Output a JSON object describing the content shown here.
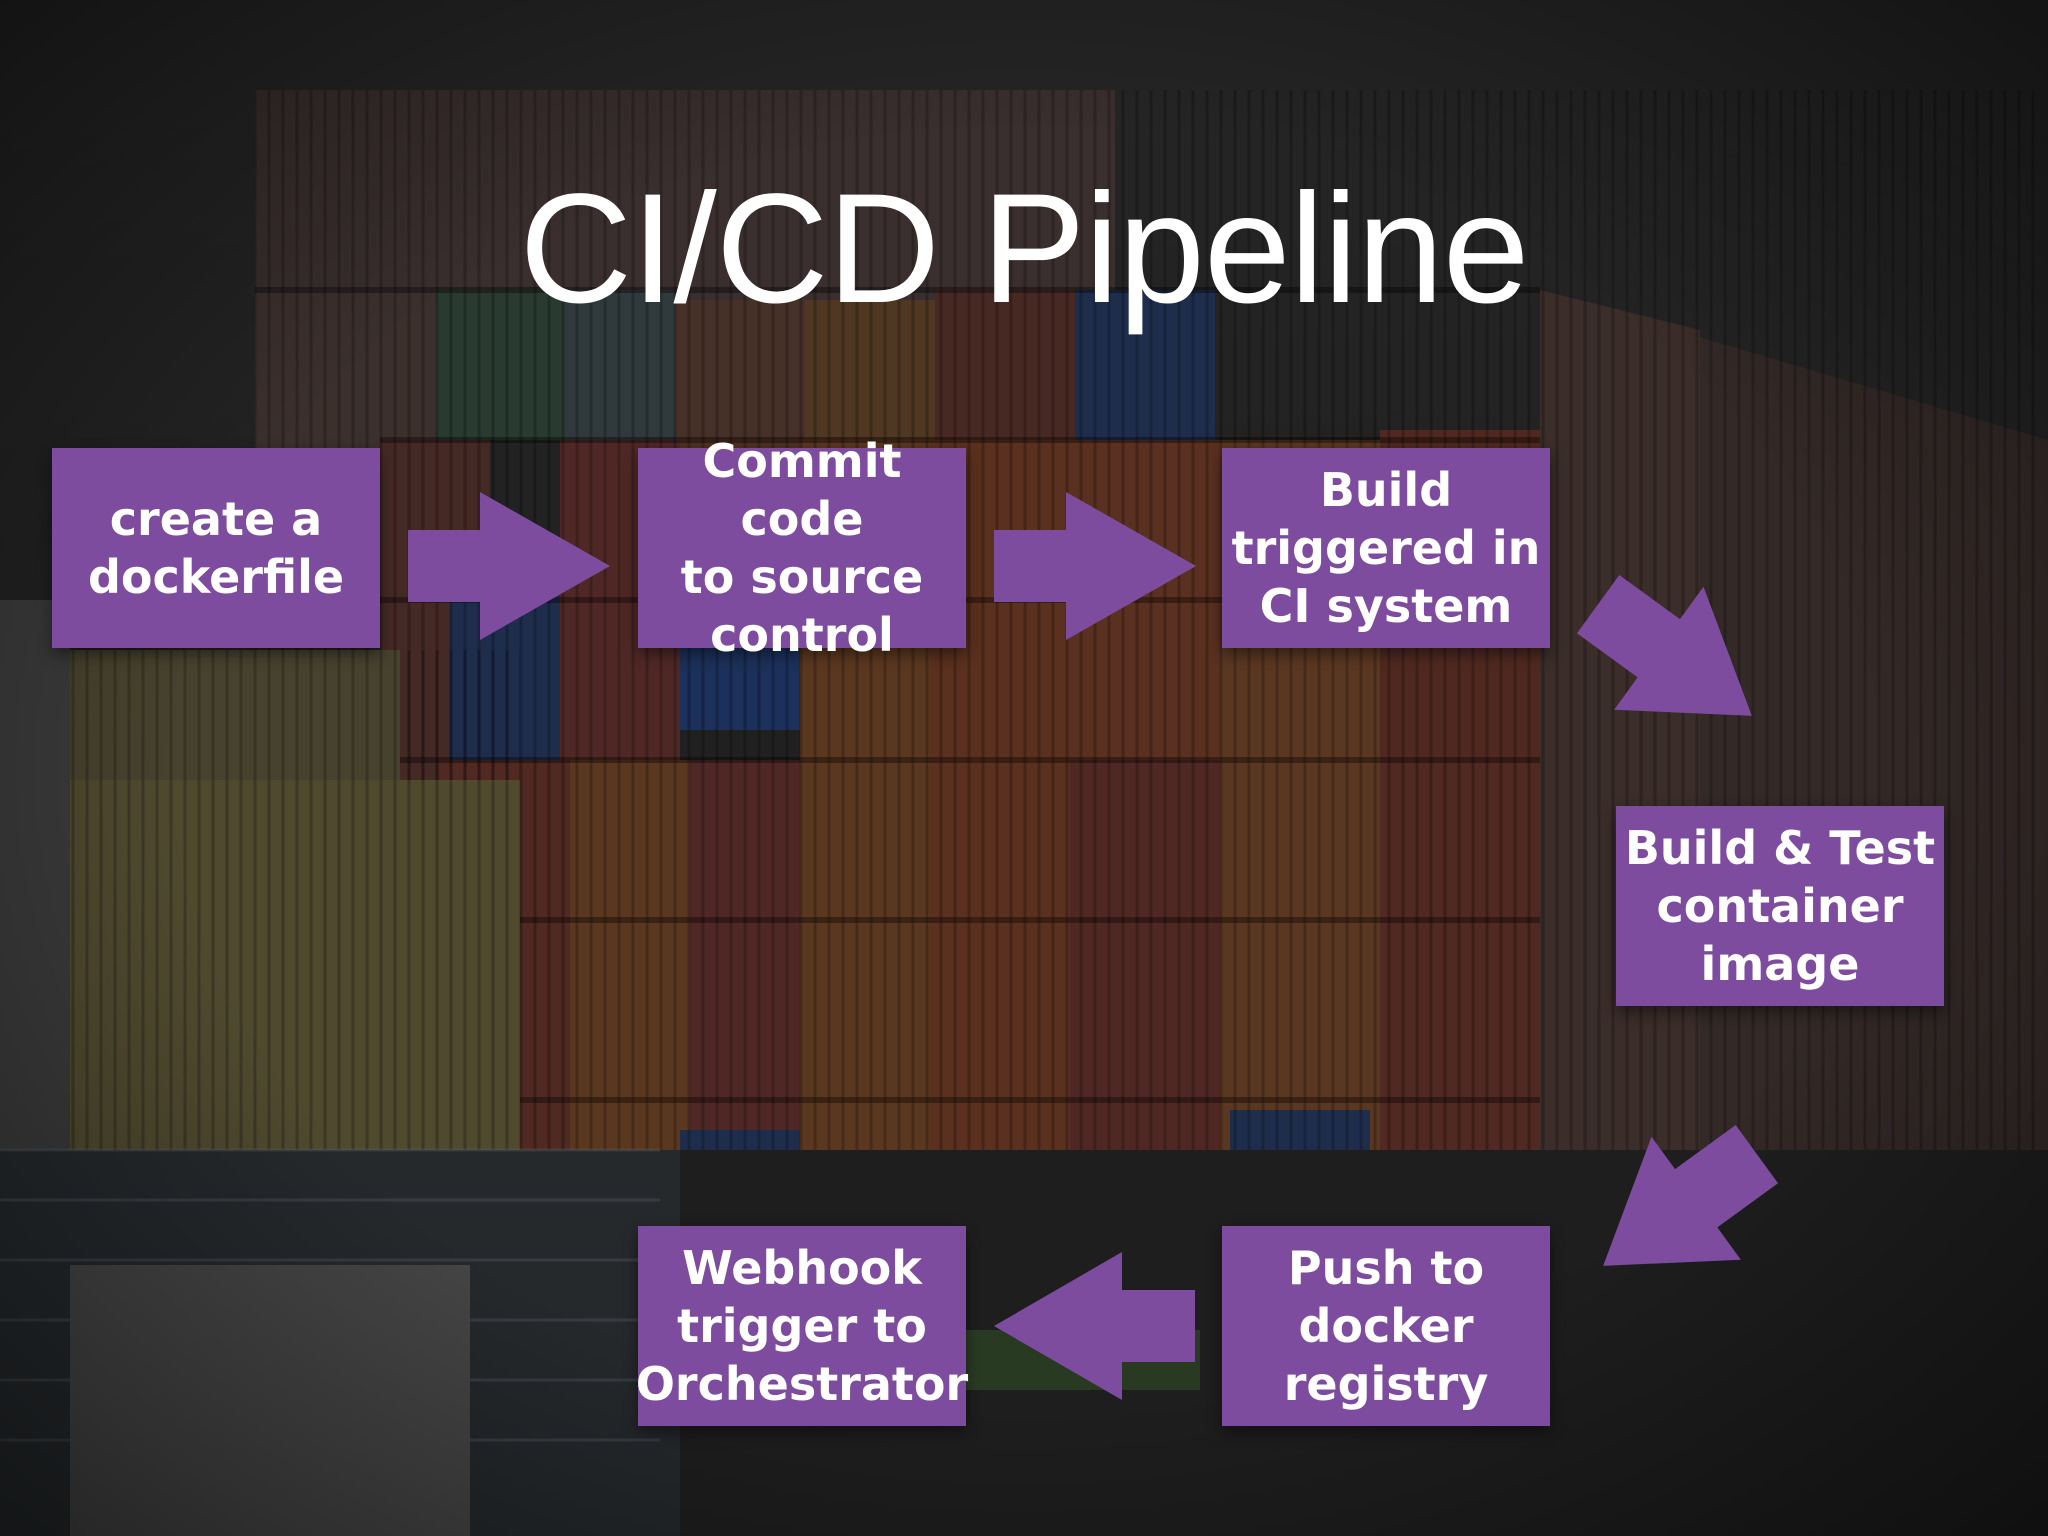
{
  "title": "CI/CD Pipeline",
  "colors": {
    "step_fill": "#7e4c9e",
    "arrow_fill": "#7e4c9e",
    "title_text": "#ffffff",
    "background": "#2e2e2e"
  },
  "steps": [
    {
      "label": "create a\ndockerfile"
    },
    {
      "label": "Commit code\nto source\ncontrol"
    },
    {
      "label": "Build\ntriggered in\nCI system"
    },
    {
      "label": "Build & Test\ncontainer\nimage"
    },
    {
      "label": "Push to\ndocker\nregistry"
    },
    {
      "label": "Webhook\ntrigger to\nOrchestrator"
    }
  ]
}
